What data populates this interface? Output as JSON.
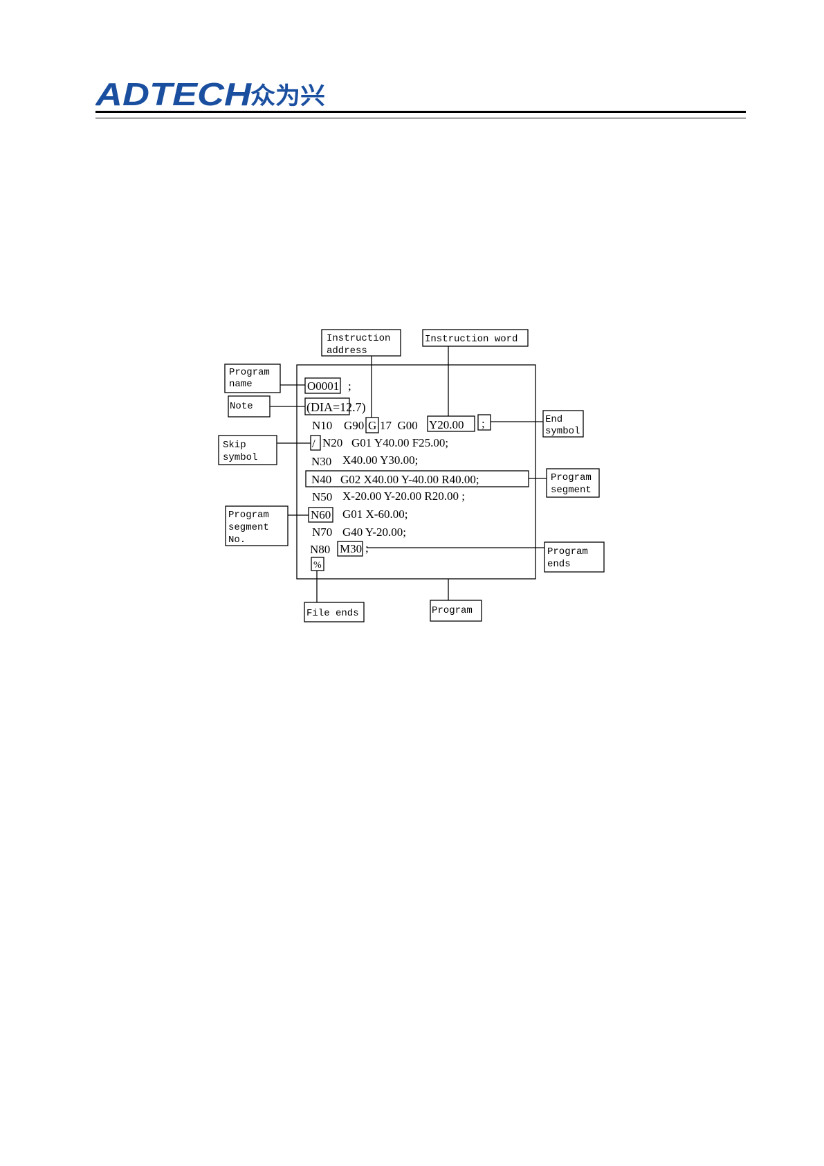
{
  "header": {
    "logo_text": "ADTECH",
    "logo_cjk": "众为兴",
    "brand_color": "#1a4fa0"
  },
  "diagram": {
    "program_lines": {
      "line1_name": "O0001",
      "line1_end": ";",
      "line2_note": "(DIA=12.7)",
      "line3_n": "N10",
      "line3_g90": "G90",
      "line3_g": "G",
      "line3_rest": "17  G00",
      "line3_word": "Y20.00",
      "line3_end": ";",
      "line4_skip": "/",
      "line4_text": "N20   G01 Y40.00 F25.00;",
      "line5_n": "N30",
      "line5_text": "X40.00 Y30.00;",
      "line6_segment": "N40   G02 X40.00 Y-40.00 R40.00;",
      "line7_n": "N50",
      "line7_text": "X-20.00 Y-20.00 R20.00 ;",
      "line8_n": "N60",
      "line8_text": "G01 X-60.00;",
      "line9_n": "N70",
      "line9_text": "G40 Y-20.00;",
      "line10_n": "N80",
      "line10_m30": "M30",
      "line10_end": ";",
      "line11_file_end": "%"
    },
    "labels": {
      "instruction_address_1": "Instruction",
      "instruction_address_2": "address",
      "instruction_word": "Instruction word",
      "program_name_1": "Program",
      "program_name_2": "name",
      "note": "Note",
      "end_symbol_1": "End",
      "end_symbol_2": "symbol",
      "skip_symbol_1": "Skip",
      "skip_symbol_2": "symbol",
      "program_segment_1": "Program",
      "program_segment_2": "segment",
      "program_segment_no_1": "Program",
      "program_segment_no_2": "segment",
      "program_segment_no_3": "No.",
      "program_ends_1": "Program",
      "program_ends_2": "ends",
      "file_ends": "File ends",
      "program": "Program"
    }
  }
}
